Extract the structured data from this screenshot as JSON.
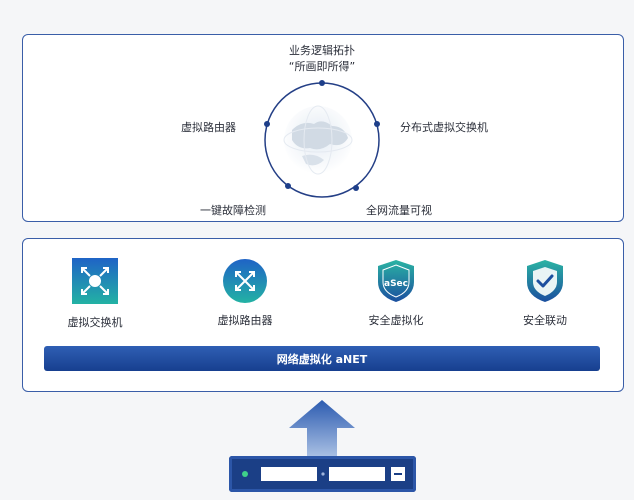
{
  "top": {
    "title_line1": "业务逻辑拓扑",
    "title_line2": "“所画即所得”",
    "left_label": "虚拟路由器",
    "right_label": "分布式虚拟交换机",
    "bottom_left_label": "一键故障检测",
    "bottom_right_label": "全网流量可视"
  },
  "components": [
    {
      "label": "虚拟交换机",
      "icon": "virtual-switch-icon"
    },
    {
      "label": "虚拟路由器",
      "icon": "virtual-router-icon"
    },
    {
      "label": "安全虚拟化",
      "icon": "asec-shield-icon",
      "badge": "aSec"
    },
    {
      "label": "安全联动",
      "icon": "checkmark-shield-icon"
    }
  ],
  "bar_label": "网络虚拟化 aNET",
  "colors": {
    "border": "#3a5ea8",
    "bar": "#1f4ea3",
    "teal": "#2bb3a3",
    "arrow": "#2c5bb0"
  }
}
